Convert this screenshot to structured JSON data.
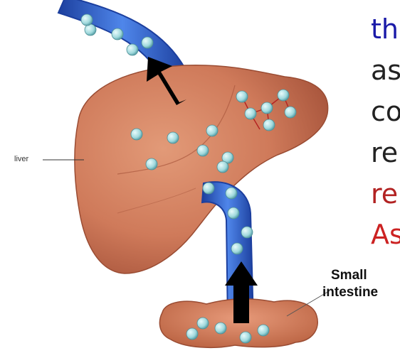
{
  "labels": {
    "liver": "liver",
    "small_intestine_line1": "Small",
    "small_intestine_line2": "intestine"
  },
  "side_text": {
    "lines": [
      "th",
      "as",
      "co",
      "re",
      "re",
      "As"
    ],
    "colors": [
      "#1a1aa8",
      "#222222",
      "#222222",
      "#222222",
      "#b22222",
      "#cc2222"
    ]
  },
  "colors": {
    "liver": "#cf7a5a",
    "vein": "#3d6fd6",
    "particle": "#9fd8dc",
    "arrow": "#000000"
  }
}
